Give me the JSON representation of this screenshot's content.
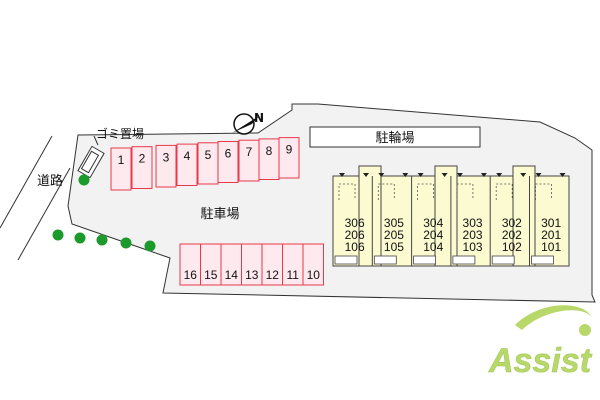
{
  "road_label": "道路",
  "garbage_label": "ゴミ置場",
  "parking_label": "駐車場",
  "bicycle_label": "駐輪場",
  "compass_letter": "N",
  "compass_icon": "compass-icon",
  "top_parking_spaces": [
    "1",
    "2",
    "3",
    "4",
    "5",
    "6",
    "7",
    "8",
    "9"
  ],
  "bottom_parking_spaces": [
    "16",
    "15",
    "14",
    "13",
    "12",
    "11",
    "10"
  ],
  "units": [
    {
      "rooms": [
        "306",
        "206",
        "106"
      ]
    },
    {
      "rooms": [
        "305",
        "205",
        "105"
      ]
    },
    {
      "rooms": [
        "304",
        "204",
        "104"
      ]
    },
    {
      "rooms": [
        "303",
        "203",
        "103"
      ]
    },
    {
      "rooms": [
        "302",
        "202",
        "102"
      ]
    },
    {
      "rooms": [
        "301",
        "201",
        "101"
      ]
    }
  ],
  "logo_text": "Assist",
  "colors": {
    "parking_stroke": "#e8394a",
    "parking_fill": "#fde9ee",
    "lot_fill": "#f2f2f2",
    "building_fill": "#fbfad0",
    "tree": "#1c9a2c",
    "logo_green": "#b8d96a"
  }
}
